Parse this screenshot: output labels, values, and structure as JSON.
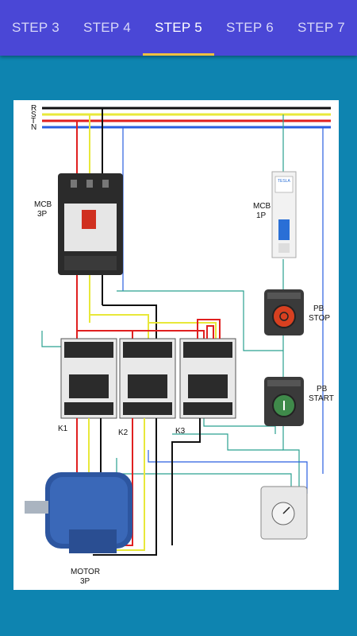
{
  "tabs": [
    {
      "label": "STEP 3"
    },
    {
      "label": "STEP 4"
    },
    {
      "label": "STEP 5"
    },
    {
      "label": "STEP 6"
    },
    {
      "label": "STEP 7"
    }
  ],
  "active_tab_index": 2,
  "colors": {
    "tabbar": "#4a47d6",
    "indicator": "#f0c040",
    "background": "#0e84b0"
  },
  "diagram": {
    "bus_labels": {
      "r": "R",
      "s": "S",
      "t": "T",
      "n": "N"
    },
    "mcb3p_label": {
      "line1": "MCB",
      "line2": "3P"
    },
    "mcb1p_label": {
      "line1": "MCB",
      "line2": "1P"
    },
    "mcb1p_brand": "TESLA",
    "pb_stop_label": {
      "line1": "PB",
      "line2": "STOP"
    },
    "pb_start_label": {
      "line1": "PB",
      "line2": "START"
    },
    "k1_label": "K1",
    "k2_label": "K2",
    "k3_label": "K3",
    "motor_label": {
      "line1": "MOTOR",
      "line2": "3P"
    }
  }
}
